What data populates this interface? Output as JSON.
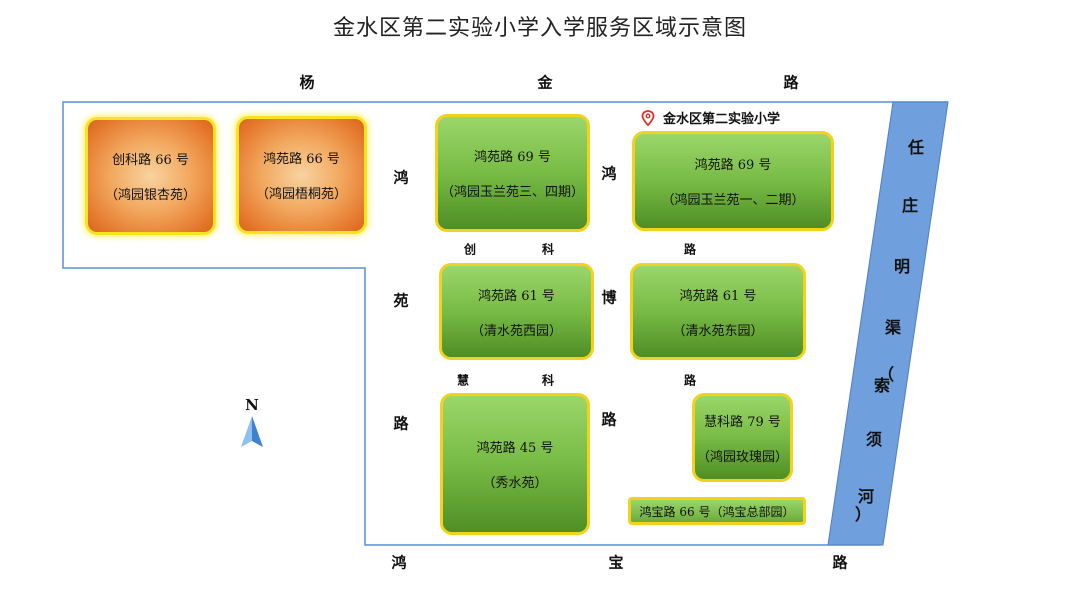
{
  "title": "金水区第二实验小学入学服务区域示意图",
  "roads": {
    "yangjin": [
      "杨",
      "金",
      "路"
    ],
    "hongyuan_west": [
      "鸿",
      "苑",
      "路"
    ],
    "hongyuan_mid": [
      "鸿",
      "博",
      "路"
    ],
    "chuangke": [
      "创",
      "科",
      "路"
    ],
    "huike": [
      "慧",
      "科",
      "路"
    ],
    "hongbao": [
      "鸿",
      "宝",
      "路"
    ]
  },
  "river": [
    "任",
    "庄",
    "明",
    "渠",
    "（",
    "索",
    "须",
    "河",
    "）"
  ],
  "school": {
    "name": "金水区第二实验小学",
    "icon": "map-pin-icon"
  },
  "north": {
    "label": "N",
    "icon": "north-arrow-icon"
  },
  "blocks": [
    {
      "line1": "创科路 66 号",
      "line2": "（鸿园银杏苑）"
    },
    {
      "line1": "鸿苑路 66 号",
      "line2": "（鸿园梧桐苑）"
    },
    {
      "line1": "鸿苑路 69 号",
      "line2": "（鸿园玉兰苑三、四期）"
    },
    {
      "line1": "鸿苑路 69 号",
      "line2": "（鸿园玉兰苑一、二期）"
    },
    {
      "line1": "鸿苑路 61 号",
      "line2": "（清水苑西园）"
    },
    {
      "line1": "鸿苑路 61 号",
      "line2": "（清水苑东园）"
    },
    {
      "line1": "鸿苑路 45 号",
      "line2": "（秀水苑）"
    },
    {
      "line1": "慧科路 79 号",
      "line2": "（鸿园玫瑰园）"
    },
    {
      "line1": "鸿宝路 66 号（鸿宝总部园）"
    }
  ],
  "colors": {
    "river": "#6f9fdc",
    "boundary": "#5b8fd6",
    "block_green": "#78bb45",
    "block_orange": "#e4762a",
    "block_border": "#f2d21b"
  }
}
